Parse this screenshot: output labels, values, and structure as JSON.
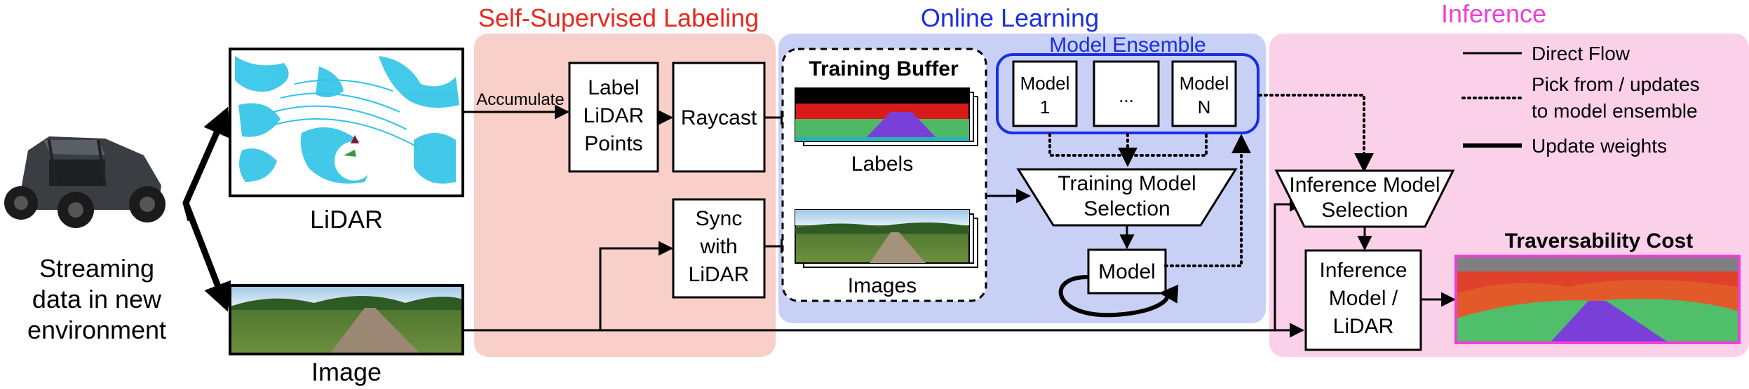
{
  "sections": {
    "self_supervised": "Self-Supervised Labeling",
    "online_learning": "Online Learning",
    "inference": "Inference"
  },
  "source": {
    "caption": [
      "Streaming",
      "data in new",
      "environment"
    ],
    "lidar_label": "LiDAR",
    "image_label": "Image"
  },
  "labeling": {
    "accumulate": "Accumulate",
    "label_box": [
      "Label",
      "LiDAR",
      "Points"
    ],
    "raycast": "Raycast",
    "sync_box": [
      "Sync",
      "with",
      "LiDAR"
    ]
  },
  "online": {
    "training_buffer": "Training Buffer",
    "labels": "Labels",
    "images": "Images",
    "model_ensemble": "Model Ensemble",
    "model_1": [
      "Model",
      "1"
    ],
    "model_dots": "...",
    "model_n": [
      "Model",
      "N"
    ],
    "training_selection": [
      "Training Model",
      "Selection"
    ],
    "model": "Model"
  },
  "inference": {
    "selection": [
      "Inference Model",
      "Selection"
    ],
    "model_box": [
      "Inference",
      "Model /",
      "LiDAR"
    ],
    "cost_title": "Traversability Cost"
  },
  "legend": {
    "direct_flow": "Direct Flow",
    "pick_from": [
      "Pick from / updates",
      "to model ensemble"
    ],
    "update_weights": "Update weights"
  },
  "colors": {
    "self_supervised": "#e8281e",
    "online_learning": "#1a2fe0",
    "inference": "#ee3fd8",
    "pink_panel": "#f8cfc9",
    "blue_panel": "#c9d0f6",
    "inference_panel": "#fbd0e9"
  }
}
